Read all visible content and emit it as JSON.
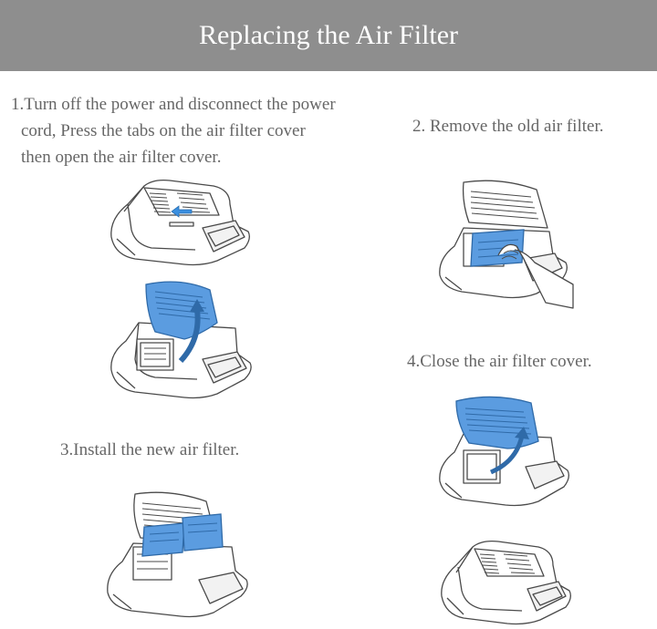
{
  "header": {
    "title": "Replacing the Air Filter"
  },
  "steps": [
    {
      "lines": [
        "1.Turn off the power and disconnect the power",
        "cord, Press the tabs on the air filter cover",
        "then open the air filter cover."
      ]
    },
    {
      "text": "2. Remove the old air filter."
    },
    {
      "text": "3.Install the new air filter."
    },
    {
      "text": "4.Close the air filter cover."
    }
  ],
  "colors": {
    "banner": "#8e8e8e",
    "step_text": "#666666",
    "filter_blue": "#5b9ce0",
    "line_art": "#4a4a4a"
  }
}
